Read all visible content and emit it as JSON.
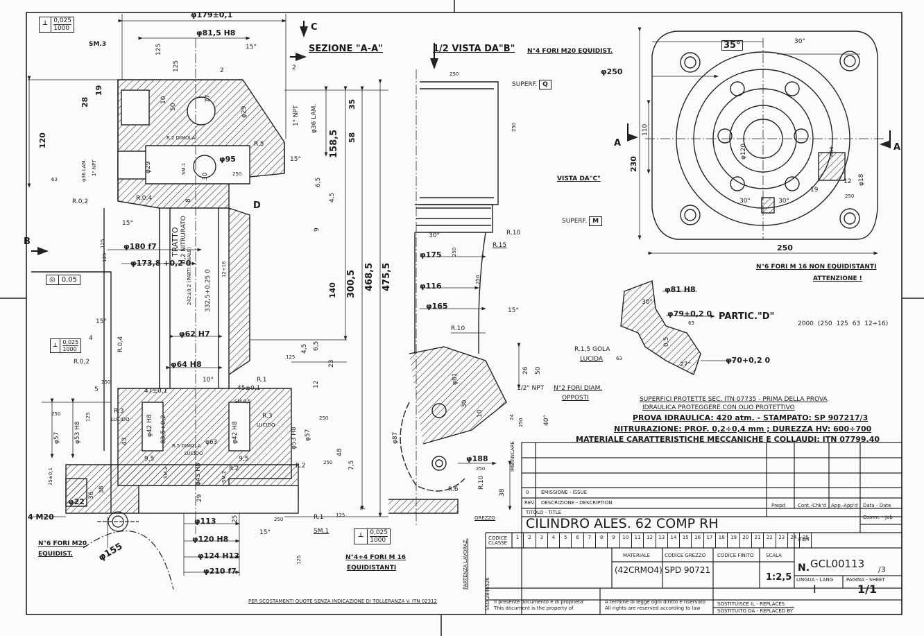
{
  "sections": {
    "section_a": "SEZIONE \"A-A\"",
    "half_view_b": "1/2 VISTA DA\"B\"",
    "view_c": "VISTA DA\"C\"",
    "detail_d": "PARTIC.\"D\"",
    "arrow_c": "C",
    "arrow_b": "B",
    "arrow_a_left": "A",
    "arrow_a_right": "A",
    "marker_d": "D"
  },
  "surfaces": {
    "q_label": "SUPERF.",
    "q_letter": "Q",
    "m_label": "SUPERF.",
    "m_letter": "M"
  },
  "tolerance_frames": {
    "perp_top": [
      "⊥",
      "0,025",
      "1000"
    ],
    "conc": [
      "◎",
      "0,05"
    ],
    "perp_left": [
      "⊥",
      "0,025",
      "1000"
    ],
    "perp_bottom": [
      "⊥",
      "0,025",
      "1000"
    ]
  },
  "dimensions_left": {
    "d179": "φ179±0,1",
    "d81": "φ81,5 H8",
    "sm3": "SM.3",
    "v125a": "125",
    "v125b": "125",
    "d15a": "15°",
    "d2a": "2",
    "d2b": "2",
    "d28": "28",
    "d19": "19",
    "d10": "10",
    "d50": "50",
    "d77": "77",
    "d29": "φ29",
    "npt1": "1\" NPT",
    "lam36a": "φ36 LAM.",
    "r2d": "R.2 DIMOLA",
    "r5": "R.5",
    "d120": "120",
    "lam36b": "φ36 LAM.",
    "npt2": "1\" NPT",
    "d29b": "φ29",
    "d95": "φ95",
    "sm1a": "SM.1",
    "d30": "30",
    "d15b": "15°",
    "d250a": "250",
    "d63a": "63",
    "r02a": "R.0,2",
    "r04a": "R.0,4",
    "d8": "8",
    "d15c": "15°",
    "d125c": "125",
    "d180": "φ180 f7",
    "d173": "φ173,8 +0,2 0",
    "d125d": "125",
    "tratto": "TRATTO",
    "nitr": "0,2 NITRURATO",
    "d242": "242±0,2 (PARTI FINALE)",
    "d332": "332,5+0,25 0",
    "d12": "12÷16",
    "d62": "φ62 H7",
    "d15d": "15°",
    "d4": "4",
    "r04b": "R.0,4",
    "r02b": "R.0,2",
    "d64": "φ64 H8",
    "d10b": "10°",
    "d45": "45±0,1",
    "r1": "R.1",
    "d47": "47±0,1",
    "d5": "5",
    "d250b": "250",
    "d53": "φ53 H8",
    "d57": "φ57",
    "r3a": "R.3",
    "lucido_a": "LUCIDO",
    "d125e": "125",
    "d42a": "φ42 H8",
    "d83": "83,5+0,2",
    "sm05": "SM.0,5",
    "r3b": "R.3",
    "lucido_b": "LUCIDO",
    "d42b": "φ42 H8",
    "d53b": "φ53 H8",
    "d57b": "φ57",
    "d250c": "250",
    "d43": "43",
    "d95b": "9,5",
    "r5d": "R.5 DIMOLA",
    "lucido_c": "LUCIDO",
    "d63": "φ63",
    "d95c": "9,5",
    "r2a": "R.2",
    "r2b": "R.2",
    "d250d": "250",
    "d48": "48",
    "d75": "7,5",
    "d35": "35±0,1",
    "sm2a": "SM.2",
    "d45h8": "φ45 H8",
    "sm2b": "SM.2",
    "d36": "36",
    "d38": "38",
    "d22": "φ22",
    "m20": "4 M20",
    "d29c": "29",
    "d113": "φ113",
    "d25": "25",
    "d15e": "15°",
    "d250e": "250",
    "d120h8": "φ120 H8",
    "d124": "φ124 H12",
    "d210": "φ210 f7",
    "r1b": "R.1",
    "sm1b": "SM.1",
    "d125f": "125",
    "d125g": "125",
    "fori6": "N°6 FORI M20",
    "equid6": "EQUIDIST.",
    "d155": "φ155",
    "d158": "158,5",
    "d35b": "35",
    "d58": "58",
    "d65": "6,5",
    "d45b": "4,5",
    "d9": "9",
    "d140": "140",
    "d300": "300,5",
    "d468": "468,5",
    "d475": "475,5",
    "d45c": "4,5",
    "d65b": "6,5",
    "d23": "23",
    "d12b": "12",
    "d125h": "125",
    "d7": "7",
    "fori44": "N°4+4 FORI M 16",
    "equid44": "EQUIDISTANTI",
    "d250f": "250"
  },
  "dimensions_mid": {
    "d250": "250",
    "d250b": "250",
    "d30": "30°",
    "d250c": "250",
    "r10": "R.10",
    "r15": "R.15",
    "d175": "φ175",
    "d250d": "250",
    "d116": "φ116",
    "d165": "φ165",
    "d15": "15°",
    "r10b": "R.10",
    "d26": "26",
    "d50": "50",
    "d81": "φ81",
    "npt": "1/2\" NPT",
    "fori2": "N°2 FORI DIAM.",
    "opposti": "OPPOSTI",
    "d30b": "30",
    "d10": "10",
    "d24": "24",
    "d250e": "250",
    "d40": "40°",
    "d87": "φ87",
    "d188": "φ188",
    "d250f": "250",
    "r6": "R.6",
    "r10c": "R.10",
    "imbiancare": "IMBIANCARE",
    "d38": "38",
    "grezzo": "GREZZO",
    "lavoraz": "PARTENZA LAVORAZ."
  },
  "view_c_dims": {
    "fori4": "N°4 FORI M20 EQUIDIST.",
    "d250": "φ250",
    "d35": "35°",
    "d30": "30°",
    "d110": "110",
    "d230": "230",
    "d120": "φ120",
    "m16": "M16",
    "d12": "12",
    "d18": "φ18",
    "d19": "19",
    "d250b": "250",
    "d30b": "30°",
    "d30c": "30°",
    "d250c": "250",
    "fori6": "N°6 FORI M 16 NON EQUIDISTANTI",
    "attenzione": "ATTENZIONE !"
  },
  "detail": {
    "d81": "φ81 H8",
    "d30": "30°",
    "d79": "φ79+0,2 0",
    "d63": "63",
    "d05": "0,5",
    "d27": "27°",
    "d70": "φ70+0,2 0",
    "gola": "R.1,5 GOLA",
    "lucida": "LUCIDA",
    "d63b": "63"
  },
  "finish_symbols": [
    "2000",
    "(250",
    "125",
    "63",
    "12÷16)"
  ],
  "notes": {
    "n1": "SUPERFICI PROTETTE SEC. ITN 07735 - PRIMA DELLA PROVA",
    "n2": "IDRAULICA PROTEGGERE CON OLIO PROTETTIVO",
    "n3": "PROVA IDRAULICA: 420 atm.   - STAMPATO: SP 907217/3",
    "n4": "NITRURAZIONE: PROF. 0,2÷0,4 mm ; DUREZZA HV: 600÷700",
    "n5": "MATERIALE CARATTERISTICHE MECCANICHE E COLLAUDI: ITN 07799.40",
    "tolerance": "PER SCOSTAMENTI QUOTE SENZA INDICAZIONE DI TOLLERANZA V. ITN 02312"
  },
  "title_block": {
    "rev0": "0",
    "emission": "EMISSIONE - ISSUE",
    "rev": "REV",
    "descr": "DESCRIZIONE - DESCRIPTION",
    "prepd": "Prepd",
    "contchkd": "Cont.-Chk'd",
    "appappd": "App.-App'd",
    "datadate": "Data - Date",
    "title_label": "TITOLO - TITLE",
    "title": "CILINDRO ALES. 62 COMP RH",
    "comm": "Comm. - Job",
    "codice_classe": "CODICE CLASSE",
    "cells": [
      "1",
      "2",
      "3",
      "4",
      "5",
      "6",
      "7",
      "8",
      "9",
      "10",
      "11",
      "12",
      "13",
      "14",
      "15",
      "16",
      "17",
      "18",
      "19",
      "20",
      "21",
      "22",
      "23",
      "24",
      "25"
    ],
    "item": "ITEM",
    "materiale_label": "MATERIALE",
    "grezzo_label": "CODICE GREZZO",
    "finito_label": "CODICE FINITO",
    "scala_label": "SCALA",
    "materiale": "(42CRMO4)",
    "grezzo": "SPD 90721",
    "scala": "1:2,5",
    "n_label": "N.",
    "number": "GCL00113",
    "rev_num": "/3",
    "lingua_label": "LINGUA - LANG",
    "lingua": "I",
    "pagina_label": "PAGINA - SHEET",
    "pagina": "1/1",
    "sostituisce": "SOSTITUISCE IL - REPLACES",
    "sostituito": "SOSTITUITO DA - REPLACED BY",
    "prop1": "Il presente documento è di proprieta'",
    "prop2": "This document is the property of",
    "legal1": "A termine di legge ogni diritto è riservato",
    "legal2": "All rights are reserved according to law",
    "side_code": "SSD 2846526"
  }
}
